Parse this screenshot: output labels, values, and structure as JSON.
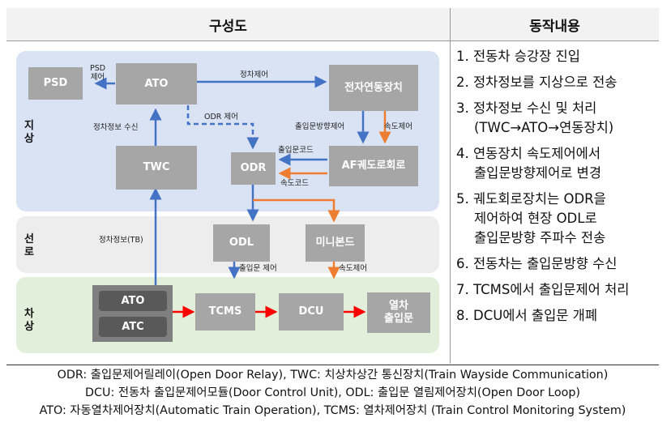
{
  "header": {
    "left": "구성도",
    "right": "동작내용"
  },
  "zones": {
    "ground": "지\n상",
    "track": "선\n로",
    "vehicle": "차\n상"
  },
  "boxes": {
    "psd": "PSD",
    "ato_ground": "ATO",
    "interlock": "전자연동장치",
    "twc": "TWC",
    "odr": "ODR",
    "af_track": "AF궤도로회로",
    "odl": "ODL",
    "mini_bond": "미니본드",
    "ato_vehicle": "ATO",
    "atc": "ATC",
    "tcms": "TCMS",
    "dcu": "DCU",
    "door": "열차\n출입문"
  },
  "labels": {
    "psd_control": "PSD\n제어",
    "train_control": "정차제어",
    "odr_control": "ODR 제어",
    "stop_info_rx": "정차정보 수신",
    "door_dir_control": "출입문방향제어",
    "speed_control": "속도제어",
    "door_code": "출입문코드",
    "speed_code": "속도코드",
    "stop_info_tb": "정차정보(TB)",
    "door_control": "출입문 제어",
    "speed_control_2": "속도제어"
  },
  "steps": [
    [
      "1. 전동차 승강장 진입"
    ],
    [
      "2. 정차정보를 지상으로 전송"
    ],
    [
      "3. 정차정보 수신 및 처리",
      "(TWC→ATO→연동장치)"
    ],
    [
      "4. 연동장치 속도제어에서",
      "출입문방향제어로 변경"
    ],
    [
      "5. 궤도회로장치는 ODR을",
      "제어하여 현장 ODL로",
      "출입문방향 주파수 전송"
    ],
    [
      "6. 전동차는 출입문방향 수신"
    ],
    [
      "7. TCMS에서 출입문제어 처리"
    ],
    [
      "8. DCU에서 출입문 개폐"
    ]
  ],
  "legend": [
    "ODR: 출입문제어릴레이(Open Door Relay), TWC: 치상차상간 통신장치(Train Wayside Communication)",
    "DCU: 전동차 출입문제어모듈(Door Control Unit), ODL: 출입문 열림제어장치(Open Door Loop)",
    "ATO: 자동열차제어장치(Automatic Train Operation), TCMS: 열차제어장치 (Train Control Monitoring System)"
  ],
  "colors": {
    "ground": "#dae3f3",
    "track": "#ededed",
    "vehicle": "#e2efda",
    "blue_arrow": "#4472c4",
    "orange_arrow": "#ed7d31",
    "red_arrow": "#ff0000"
  }
}
